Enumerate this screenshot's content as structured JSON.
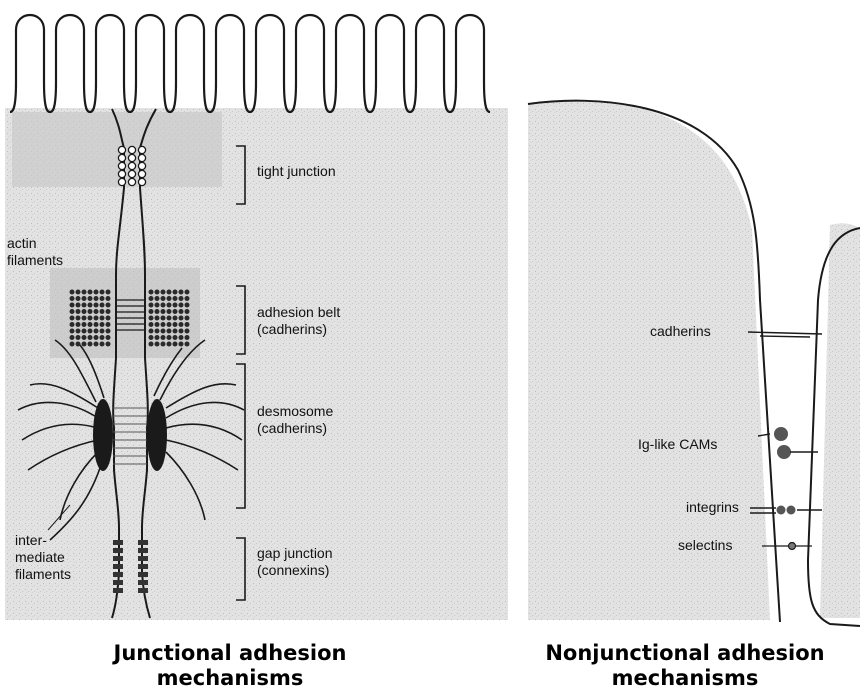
{
  "left_panel": {
    "labels": {
      "tight_junction": "tight junction",
      "actin_filaments_1": "actin",
      "actin_filaments_2": "filaments",
      "adhesion_belt_1": "adhesion belt",
      "adhesion_belt_2": "(cadherins)",
      "desmosome_1": "desmosome",
      "desmosome_2": "(cadherins)",
      "intermediate_1": "inter-",
      "intermediate_2": "mediate",
      "intermediate_3": "filaments",
      "gap_junction_1": "gap junction",
      "gap_junction_2": "(connexins)"
    },
    "caption_1": "Junctional adhesion",
    "caption_2": "mechanisms"
  },
  "right_panel": {
    "labels": {
      "cadherins": "cadherins",
      "ig_like_cams": "Ig-like CAMs",
      "integrins": "integrins",
      "selectins": "selectins"
    },
    "caption_1": "Nonjunctional adhesion",
    "caption_2": "mechanisms"
  },
  "colors": {
    "background_panel": "#dedede",
    "line": "#1a1a1a",
    "desmosome_plaque": "#1a1a1a"
  }
}
